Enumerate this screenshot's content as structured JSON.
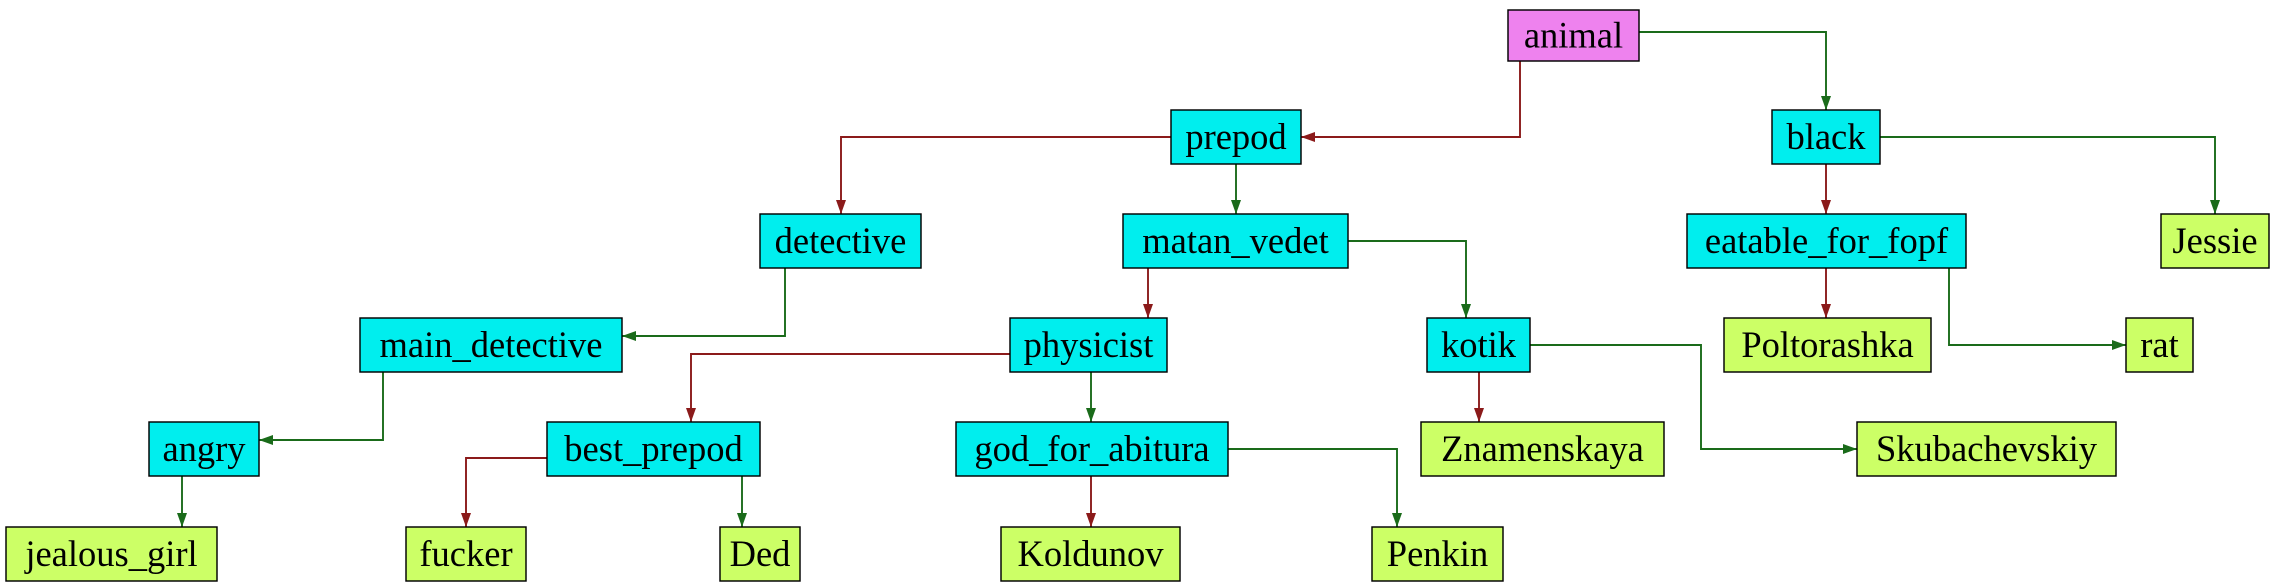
{
  "colors": {
    "root": "#ee82ee",
    "question": "#00eeee",
    "leaf": "#ccff66",
    "yes_edge": "#1a6b1a",
    "no_edge": "#8b1a1a"
  },
  "nodes": {
    "animal": {
      "label": "animal",
      "kind": "root"
    },
    "prepod": {
      "label": "prepod",
      "kind": "question"
    },
    "black": {
      "label": "black",
      "kind": "question"
    },
    "detective": {
      "label": "detective",
      "kind": "question"
    },
    "matan_vedet": {
      "label": "matan_vedet",
      "kind": "question"
    },
    "eatable_for_fopf": {
      "label": "eatable_for_fopf",
      "kind": "question"
    },
    "Jessie": {
      "label": "Jessie",
      "kind": "leaf"
    },
    "main_detective": {
      "label": "main_detective",
      "kind": "question"
    },
    "physicist": {
      "label": "physicist",
      "kind": "question"
    },
    "kotik": {
      "label": "kotik",
      "kind": "question"
    },
    "Poltorashka": {
      "label": "Poltorashka",
      "kind": "leaf"
    },
    "rat": {
      "label": "rat",
      "kind": "leaf"
    },
    "angry": {
      "label": "angry",
      "kind": "question"
    },
    "best_prepod": {
      "label": "best_prepod",
      "kind": "question"
    },
    "god_for_abitura": {
      "label": "god_for_abitura",
      "kind": "question"
    },
    "Znamenskaya": {
      "label": "Znamenskaya",
      "kind": "leaf"
    },
    "Skubachevskiy": {
      "label": "Skubachevskiy",
      "kind": "leaf"
    },
    "jealous_girl": {
      "label": "jealous_girl",
      "kind": "leaf"
    },
    "fucker": {
      "label": "fucker",
      "kind": "leaf"
    },
    "Ded": {
      "label": "Ded",
      "kind": "leaf"
    },
    "Koldunov": {
      "label": "Koldunov",
      "kind": "leaf"
    },
    "Penkin": {
      "label": "Penkin",
      "kind": "leaf"
    }
  },
  "edges": [
    {
      "from": "animal",
      "to": "prepod",
      "type": "no"
    },
    {
      "from": "animal",
      "to": "black",
      "type": "yes"
    },
    {
      "from": "prepod",
      "to": "detective",
      "type": "no"
    },
    {
      "from": "prepod",
      "to": "matan_vedet",
      "type": "yes"
    },
    {
      "from": "black",
      "to": "eatable_for_fopf",
      "type": "no"
    },
    {
      "from": "black",
      "to": "Jessie",
      "type": "yes"
    },
    {
      "from": "detective",
      "to": "main_detective",
      "type": "yes"
    },
    {
      "from": "matan_vedet",
      "to": "physicist",
      "type": "no"
    },
    {
      "from": "matan_vedet",
      "to": "kotik",
      "type": "yes"
    },
    {
      "from": "eatable_for_fopf",
      "to": "Poltorashka",
      "type": "no"
    },
    {
      "from": "eatable_for_fopf",
      "to": "rat",
      "type": "yes"
    },
    {
      "from": "main_detective",
      "to": "angry",
      "type": "yes"
    },
    {
      "from": "physicist",
      "to": "best_prepod",
      "type": "no"
    },
    {
      "from": "physicist",
      "to": "god_for_abitura",
      "type": "yes"
    },
    {
      "from": "kotik",
      "to": "Znamenskaya",
      "type": "no"
    },
    {
      "from": "kotik",
      "to": "Skubachevskiy",
      "type": "yes"
    },
    {
      "from": "angry",
      "to": "jealous_girl",
      "type": "yes"
    },
    {
      "from": "best_prepod",
      "to": "fucker",
      "type": "no"
    },
    {
      "from": "best_prepod",
      "to": "Ded",
      "type": "yes"
    },
    {
      "from": "god_for_abitura",
      "to": "Koldunov",
      "type": "no"
    },
    {
      "from": "god_for_abitura",
      "to": "Penkin",
      "type": "yes"
    }
  ]
}
